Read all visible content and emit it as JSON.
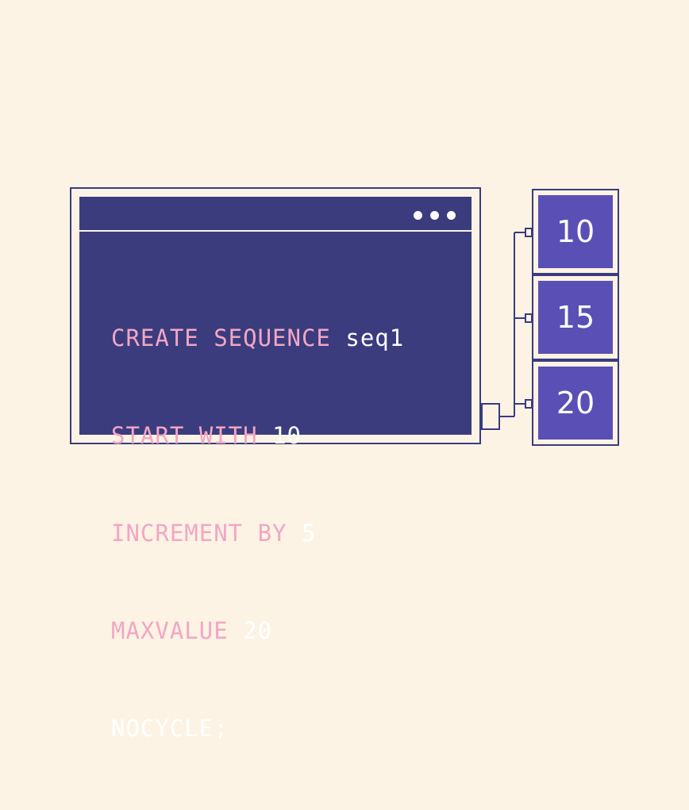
{
  "code": {
    "lines": [
      {
        "keyword": "CREATE SEQUENCE",
        "value": " seq1"
      },
      {
        "keyword": "START WITH",
        "value": " 10"
      },
      {
        "keyword": "INCREMENT BY",
        "value": " 5"
      },
      {
        "keyword": "MAXVALUE",
        "value": " 20"
      },
      {
        "keyword": "",
        "value": "NOCYCLE;"
      }
    ]
  },
  "sequence_values": [
    "10",
    "15",
    "20"
  ],
  "colors": {
    "background": "#fdf3e4",
    "window": "#3b3c7e",
    "keyword": "#f2a6c4",
    "value_box": "#5a4fb4",
    "text": "#ffffff"
  }
}
